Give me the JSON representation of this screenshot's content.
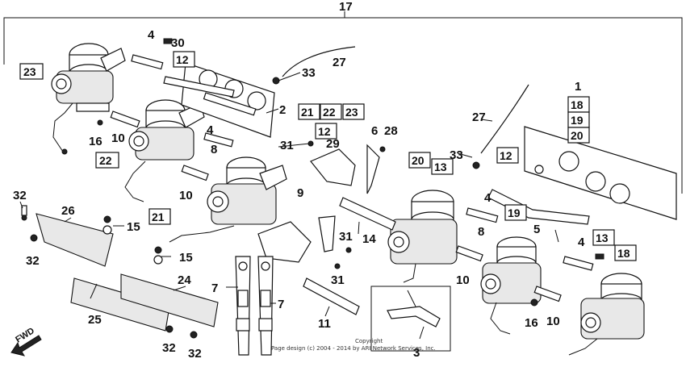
{
  "diagram": {
    "assembly_label": "17",
    "copyright_line1": "Copyright",
    "copyright_line2": "Page design (c) 2004 - 2014 by ARI Network Services, Inc.",
    "fwd_label": "FWD",
    "callouts": [
      {
        "id": "c1",
        "text": "1"
      },
      {
        "id": "c2",
        "text": "2"
      },
      {
        "id": "c3",
        "text": "3"
      },
      {
        "id": "c4a",
        "text": "4"
      },
      {
        "id": "c4b",
        "text": "4"
      },
      {
        "id": "c4c",
        "text": "4"
      },
      {
        "id": "c4d",
        "text": "4"
      },
      {
        "id": "c5",
        "text": "5"
      },
      {
        "id": "c6",
        "text": "6"
      },
      {
        "id": "c7a",
        "text": "7"
      },
      {
        "id": "c7b",
        "text": "7"
      },
      {
        "id": "c8a",
        "text": "8"
      },
      {
        "id": "c8b",
        "text": "8"
      },
      {
        "id": "c9",
        "text": "9"
      },
      {
        "id": "c10a",
        "text": "10"
      },
      {
        "id": "c10b",
        "text": "10"
      },
      {
        "id": "c10c",
        "text": "10"
      },
      {
        "id": "c10d",
        "text": "10"
      },
      {
        "id": "c11",
        "text": "11"
      },
      {
        "id": "c14",
        "text": "14"
      },
      {
        "id": "c15a",
        "text": "15"
      },
      {
        "id": "c15b",
        "text": "15"
      },
      {
        "id": "c16a",
        "text": "16"
      },
      {
        "id": "c16b",
        "text": "16"
      },
      {
        "id": "c24",
        "text": "24"
      },
      {
        "id": "c25",
        "text": "25"
      },
      {
        "id": "c26",
        "text": "26"
      },
      {
        "id": "c27a",
        "text": "27"
      },
      {
        "id": "c27b",
        "text": "27"
      },
      {
        "id": "c28",
        "text": "28"
      },
      {
        "id": "c29",
        "text": "29"
      },
      {
        "id": "c30",
        "text": "30"
      },
      {
        "id": "c31a",
        "text": "31"
      },
      {
        "id": "c31b",
        "text": "31"
      },
      {
        "id": "c31c",
        "text": "31"
      },
      {
        "id": "c32a",
        "text": "32"
      },
      {
        "id": "c32b",
        "text": "32"
      },
      {
        "id": "c32c",
        "text": "32"
      },
      {
        "id": "c32d",
        "text": "32"
      },
      {
        "id": "c33a",
        "text": "33"
      },
      {
        "id": "c33b",
        "text": "33"
      }
    ],
    "boxed": [
      {
        "id": "b23a",
        "text": "23"
      },
      {
        "id": "b12a",
        "text": "12"
      },
      {
        "id": "b21a",
        "text": "21"
      },
      {
        "id": "b22a",
        "text": "22"
      },
      {
        "id": "b23b",
        "text": "23"
      },
      {
        "id": "b12b",
        "text": "12"
      },
      {
        "id": "b22b",
        "text": "22"
      },
      {
        "id": "b21b",
        "text": "21"
      },
      {
        "id": "b20a",
        "text": "20"
      },
      {
        "id": "b13a",
        "text": "13"
      },
      {
        "id": "b12c",
        "text": "12"
      },
      {
        "id": "b18a",
        "text": "18"
      },
      {
        "id": "b19a",
        "text": "19"
      },
      {
        "id": "b20b",
        "text": "20"
      },
      {
        "id": "b19b",
        "text": "19"
      },
      {
        "id": "b13b",
        "text": "13"
      },
      {
        "id": "b18b",
        "text": "18"
      }
    ]
  }
}
